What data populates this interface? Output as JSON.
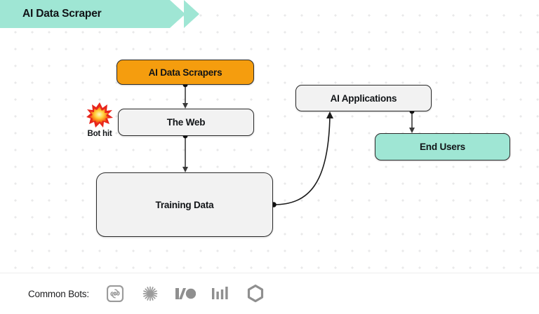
{
  "banner": {
    "title": "AI Data Scraper",
    "color": "#9fe6d4"
  },
  "diagram": {
    "nodes": [
      {
        "id": "ai-data-scrapers",
        "label": "AI Data Scrapers",
        "fill": "#f59d0e"
      },
      {
        "id": "the-web",
        "label": "The Web",
        "fill": "#f2f2f2"
      },
      {
        "id": "training-data",
        "label": "Training Data",
        "fill": "#f2f2f2"
      },
      {
        "id": "ai-applications",
        "label": "AI Applications",
        "fill": "#f2f2f2"
      },
      {
        "id": "end-users",
        "label": "End Users",
        "fill": "#9fe6d4"
      }
    ],
    "annotation": {
      "label": "Bot hit",
      "icon": "collision-starburst-icon"
    },
    "edges": [
      {
        "from": "ai-data-scrapers",
        "to": "the-web"
      },
      {
        "from": "the-web",
        "to": "training-data"
      },
      {
        "from": "training-data",
        "to": "ai-applications"
      },
      {
        "from": "ai-applications",
        "to": "end-users"
      }
    ]
  },
  "footer": {
    "label": "Common Bots:",
    "logos": [
      {
        "name": "openai-gptbot-logo-icon"
      },
      {
        "name": "anthropic-claudebot-logo-icon"
      },
      {
        "name": "io-bytespider-logo-icon"
      },
      {
        "name": "perplexity-bars-logo-icon"
      },
      {
        "name": "cohere-hexagon-logo-icon"
      }
    ]
  }
}
